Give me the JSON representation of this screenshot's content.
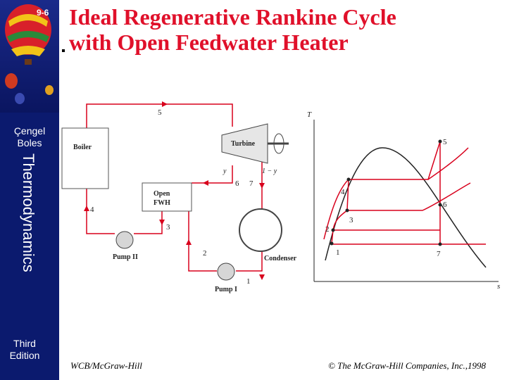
{
  "slide": {
    "number": "9-6",
    "title_line1": "Ideal Regenerative Rankine Cycle",
    "title_line2": "with Open Feedwater Heater"
  },
  "sidebar": {
    "author_line1": "Çengel",
    "author_line2": "Boles",
    "book_title": "Thermodynamics",
    "edition_line1": "Third",
    "edition_line2": "Edition"
  },
  "footer": {
    "left": "WCB/McGraw-Hill",
    "right": "© The McGraw-Hill Companies, Inc.,1998"
  },
  "schematic": {
    "boiler": "Boiler",
    "turbine": "Turbine",
    "fwh_line1": "Open",
    "fwh_line2": "FWH",
    "condenser": "Condenser",
    "pump_1": "Pump I",
    "pump_2": "Pump II",
    "state_labels": [
      "5",
      "4",
      "3",
      "2",
      "1",
      "6",
      "7"
    ],
    "fraction_y": "y",
    "fraction_1_minus_y": "1 − y"
  },
  "ts_diagram": {
    "t_axis": "T",
    "s_axis": "s",
    "points": [
      "1",
      "2",
      "3",
      "4",
      "5",
      "6",
      "7"
    ]
  },
  "colors": {
    "title": "#e0102a",
    "flow_line": "#d8001c",
    "sidebar": "#0b1a6e"
  }
}
